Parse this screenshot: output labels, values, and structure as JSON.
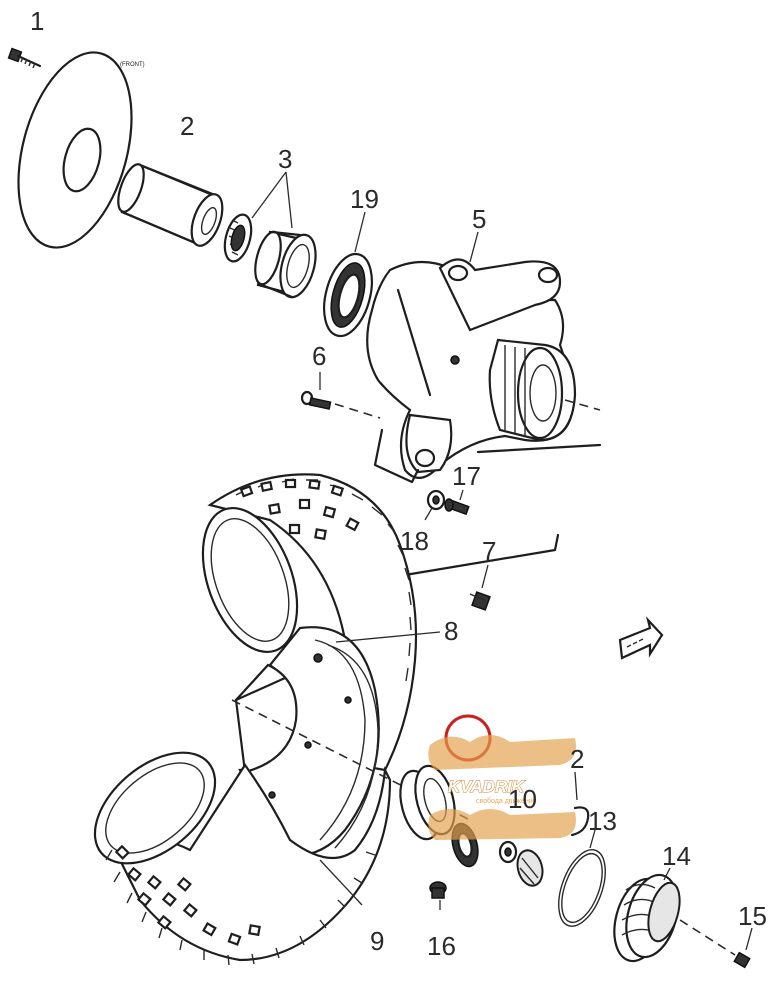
{
  "diagram": {
    "callouts": [
      "1",
      "2",
      "3",
      "19",
      "5",
      "6",
      "17",
      "18",
      "7",
      "8",
      "9",
      "16",
      "10",
      "2",
      "13",
      "14",
      "15"
    ],
    "front_label": "(FRONT)",
    "watermark": {
      "brand": "KVADRIK",
      "tagline": "свобода движения"
    },
    "highlight_color": "#cc1f1f",
    "watermark_color": "#e3a14c"
  }
}
